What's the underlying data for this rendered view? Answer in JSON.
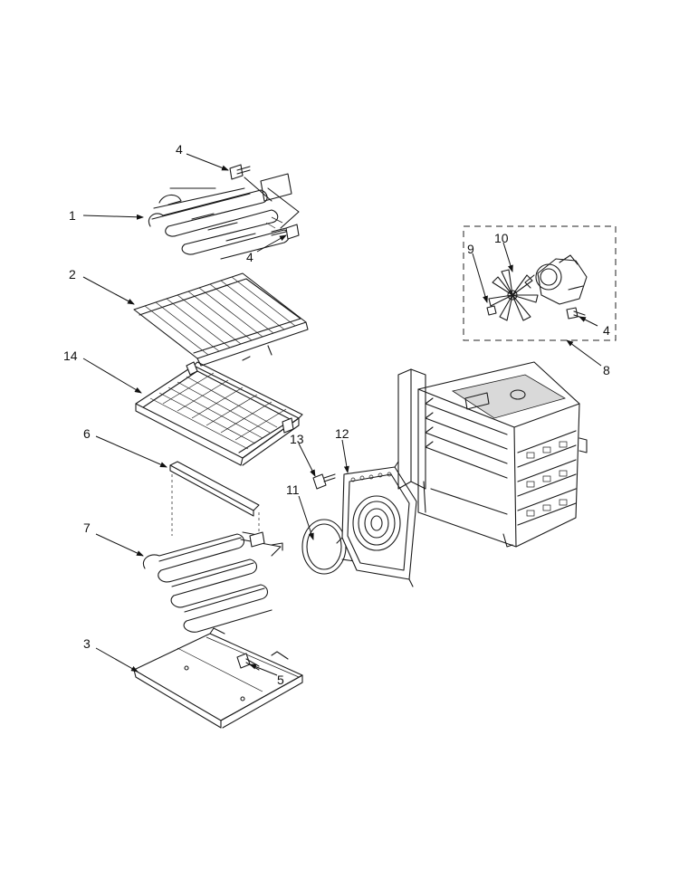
{
  "diagram": {
    "callouts": [
      {
        "id": "c1",
        "text": "1"
      },
      {
        "id": "c2",
        "text": "2"
      },
      {
        "id": "c3",
        "text": "3"
      },
      {
        "id": "c4a",
        "text": "4"
      },
      {
        "id": "c4b",
        "text": "4"
      },
      {
        "id": "c4c",
        "text": "4"
      },
      {
        "id": "c5",
        "text": "5"
      },
      {
        "id": "c6",
        "text": "6"
      },
      {
        "id": "c7",
        "text": "7"
      },
      {
        "id": "c8",
        "text": "8"
      },
      {
        "id": "c9",
        "text": "9"
      },
      {
        "id": "c10",
        "text": "10"
      },
      {
        "id": "c11",
        "text": "11"
      },
      {
        "id": "c12",
        "text": "12"
      },
      {
        "id": "c13",
        "text": "13"
      },
      {
        "id": "c14",
        "text": "14"
      }
    ]
  }
}
